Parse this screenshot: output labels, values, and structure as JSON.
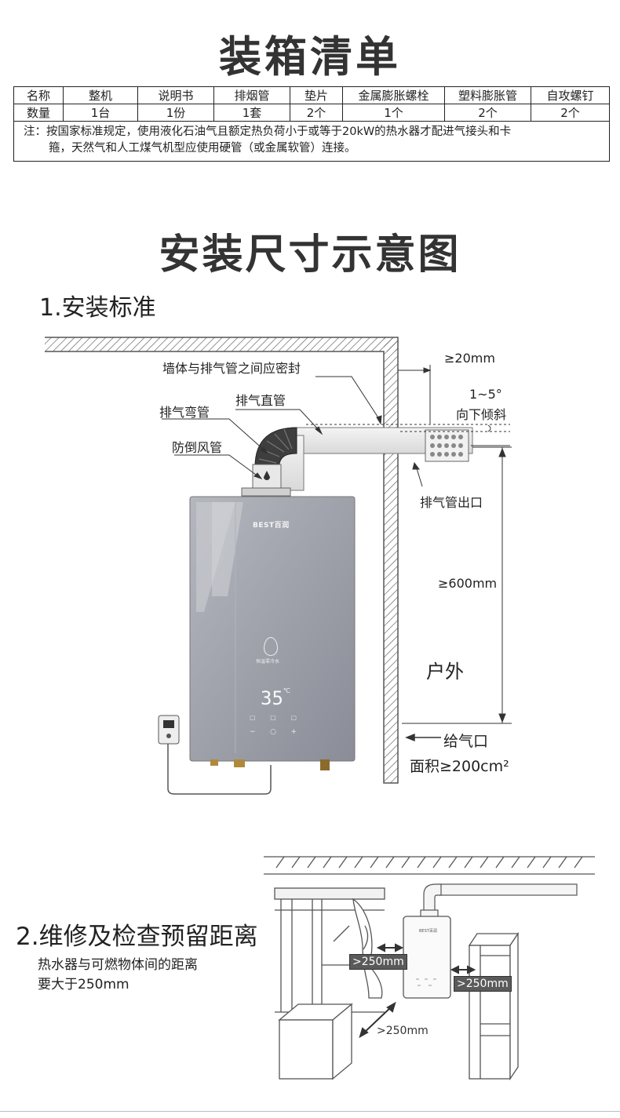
{
  "packing_list": {
    "title": "装箱清单",
    "header_row": [
      "名称",
      "整机",
      "说明书",
      "排烟管",
      "垫片",
      "金属膨胀螺栓",
      "塑料膨胀管",
      "自攻螺钉"
    ],
    "qty_row": [
      "数量",
      "1台",
      "1份",
      "1套",
      "2个",
      "1个",
      "2个",
      "2个"
    ],
    "note_line1": "注：按国家标准规定，使用液化石油气且额定热负荷小于或等于20kW的热水器才配进气接头和卡",
    "note_line2": "箍，天然气和人工煤气机型应使用硬管（或金属软管）连接。"
  },
  "dimension_section": {
    "title": "安装尺寸示意图",
    "part1": {
      "title": "1.安装标准",
      "labels": {
        "wall_seal": "墙体与排气管之间应密封",
        "gap_20": "≥20mm",
        "straight_pipe": "排气直管",
        "elbow_pipe": "排气弯管",
        "tilt_range": "1~5°",
        "tilt_text": "向下倾斜",
        "anti_backdraft": "防倒风管",
        "exhaust_outlet": "排气管出口",
        "height_600": "≥600mm",
        "outdoor": "户外",
        "air_inlet": "给气口",
        "area": "面积≥200cm²"
      },
      "heater": {
        "brand": "BEST百润",
        "icon_caption": "恒温零冷水",
        "display": "35",
        "unit": "℃"
      }
    },
    "part2": {
      "title": "2.维修及检查预留距离",
      "desc_line1": "热水器与可燃物体间的距离",
      "desc_line2": "要大于250mm",
      "clearance_left": ">250mm",
      "clearance_right": ">250mm",
      "clearance_front": ">250mm",
      "brand_small": "BEST百润"
    }
  },
  "colors": {
    "heater_body": "#9a9ea8",
    "heater_dark": "#7f838d",
    "wall_hatch": "#555555",
    "label_box": "#5a5a5a"
  }
}
